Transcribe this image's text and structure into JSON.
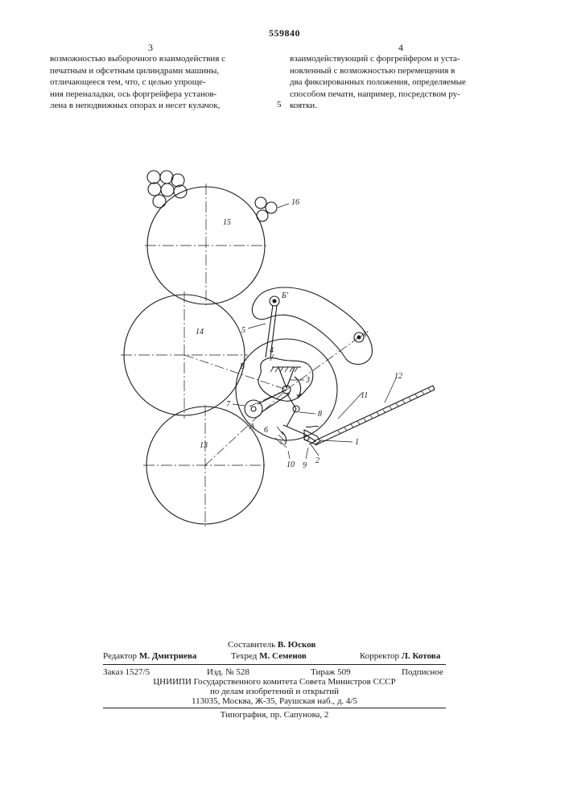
{
  "header": {
    "patent_number": "559840"
  },
  "columns": {
    "left_number": "3",
    "right_number": "4",
    "left_lines": [
      "возможностью выборочного взаимодействия с",
      "печатным и офсетным цилиндрами машины,",
      "отличающееся тем, что, с целью упроще-",
      "ния переналадки, ось форгрейфера установ-",
      "лена в неподвижных опорах и несет кулачок,"
    ],
    "right_lines": [
      "взаимодействующий с форгрейфером и уста-",
      "новленный с возможностью перемещения в",
      "два фиксированных положения, определяемые",
      "способом печати, например, посредством ру-",
      "коятки."
    ],
    "line_marker": "5"
  },
  "figure": {
    "labels": {
      "l1": "1",
      "l2": "2",
      "l3": "3",
      "l4": "4",
      "l5": "5",
      "l6": "6",
      "l7": "7",
      "l8": "8",
      "l9": "9",
      "l10": "10",
      "l11": "11",
      "l12": "12",
      "l13": "13",
      "l14": "14",
      "l15": "15",
      "l16": "16",
      "lA": "А",
      "lA1": "А'",
      "lB": "Б",
      "lB1": "Б'"
    }
  },
  "imprint": {
    "compiler_label": "Составитель",
    "compiler_name": "В. Юсков",
    "editor_label": "Редактор",
    "editor_name": "М. Дмитриева",
    "techred_label": "Техред",
    "techred_name": "М. Семенов",
    "corrector_label": "Корректор",
    "corrector_name": "Л. Котова",
    "order": "Заказ 1527/5",
    "edition": "Изд. № 528",
    "print_run": "Тираж 509",
    "subscription": "Подписное",
    "institute_1": "ЦНИИПИ Государственного комитета Совета Министров СССР",
    "institute_2": "по делам изобретений и открытий",
    "address": "113035, Москва, Ж-35, Раушская наб., д. 4/5",
    "printing_house": "Типография, пр. Сапунова, 2"
  }
}
